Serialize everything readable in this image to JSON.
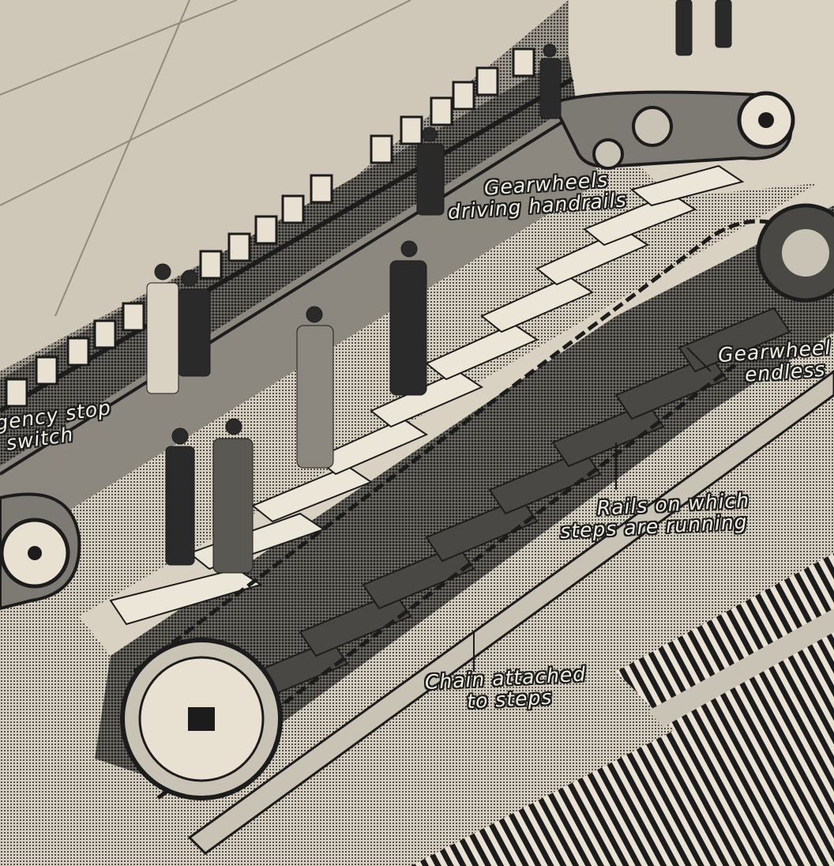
{
  "labels": {
    "gearwheels_handrails": {
      "line1": "Gearwheels",
      "line2": "driving handrails"
    },
    "emergency_stop": {
      "line1": "gency stop",
      "line2": "switch"
    },
    "gearwheels_endless": {
      "line1": "Gearwheel",
      "line2": "endless"
    },
    "rails": {
      "line1": "Rails on which",
      "line2": "steps are running"
    },
    "chain": {
      "line1": "Chain attached",
      "line2": "to steps"
    }
  },
  "colors": {
    "paper": "#e8e1d2",
    "ink": "#1c1c1c",
    "mid_gray": "#7d7a73",
    "light_gray": "#c9c3b6",
    "dark_gray": "#4a4844"
  }
}
